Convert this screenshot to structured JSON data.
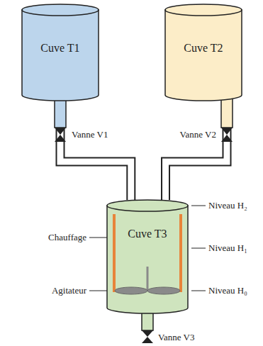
{
  "diagram": {
    "nodes": [
      {
        "text": [
          "Cuve T1"
        ]
      },
      {
        "text": [
          "Cuve T2"
        ]
      },
      {
        "text": [
          "Cuve T3"
        ]
      }
    ],
    "edges": [
      {
        "from": 0,
        "to": 2,
        "arrow": "none"
      },
      {
        "from": 1,
        "to": 2,
        "arrow": "none"
      }
    ],
    "labels": [
      "Vanne V1",
      "Vanne V2",
      "Niveau H₂",
      "Niveau H₁",
      "Chauffage",
      "Niveau H₀",
      "Agitateur",
      "Vanne V3"
    ]
  }
}
